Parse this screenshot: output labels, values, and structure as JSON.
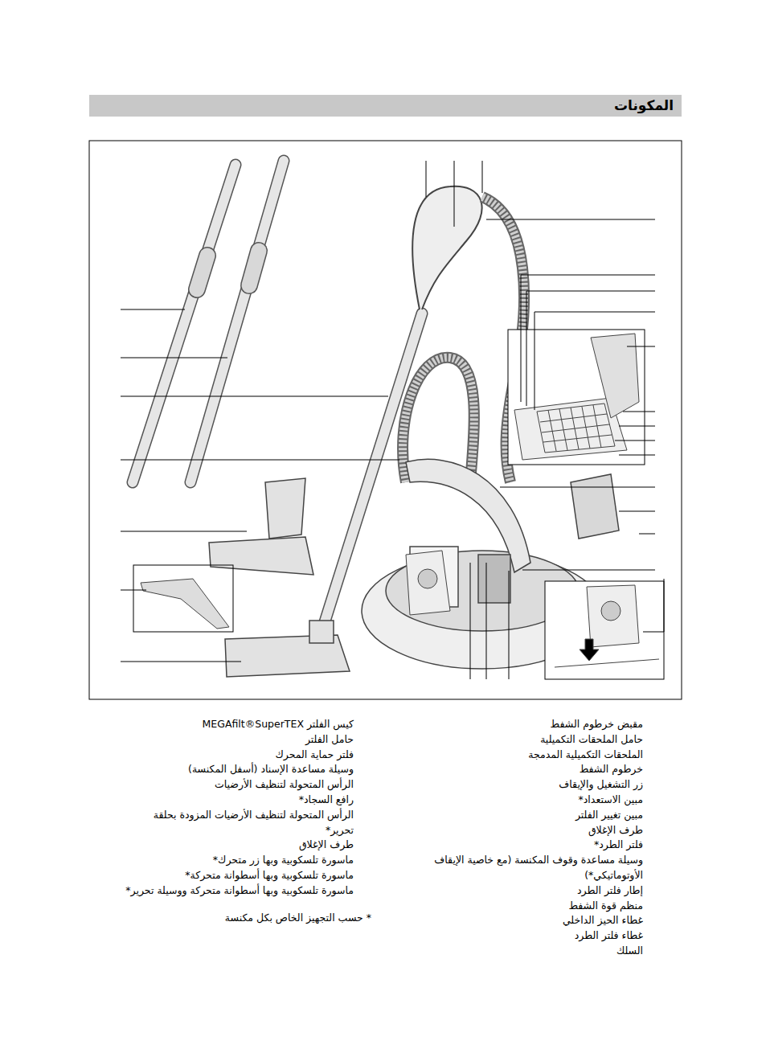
{
  "diagram": {
    "title": "المكونات",
    "labels": [
      "مقبض خرطوم الشفط",
      "حامل الملحقات التكميلية",
      "الملحقات التكميلية المدمجة",
      "خرطوم الشفط",
      "زر التشغيل والإيقاف",
      "مبين الاستعداد*",
      "مبين تغيير الفلتر",
      "طرف الإغلاق",
      "فلتر الطرد*",
      "وسيلة مساعدة وقوف المكنسة (مع خاصية الإيقاف الأوتوماتيكي*)",
      "إطار فلتر الطرد",
      "منظم قوة الشفط",
      "غطاء الحيز الداخلي",
      "غطاء فلتر الطرد",
      "السلك",
      "كيس الفلتر MEGAfilt®SuperTEX",
      "حامل الفلتر",
      "فلتر حماية المحرك",
      "وسيلة مساعدة الإسناد (أسفل المكنسة)",
      "الرأس المتحولة لتنظيف الأرضيات",
      "رافع السجاد*",
      "الرأس المتحولة لتنظيف الأرضيات المزودة بحلقة تحرير*",
      "طرف الإغلاق",
      "ماسورة تلسكوبية وبها زر متحرك*",
      "ماسورة تلسكوبية وبها أسطوانة متحركة*",
      "ماسورة تلسكوبية وبها أسطوانة متحركة ووسيلة تحرير*",
      "* حسب التجهيز الخاص بكل مكنسة"
    ]
  }
}
